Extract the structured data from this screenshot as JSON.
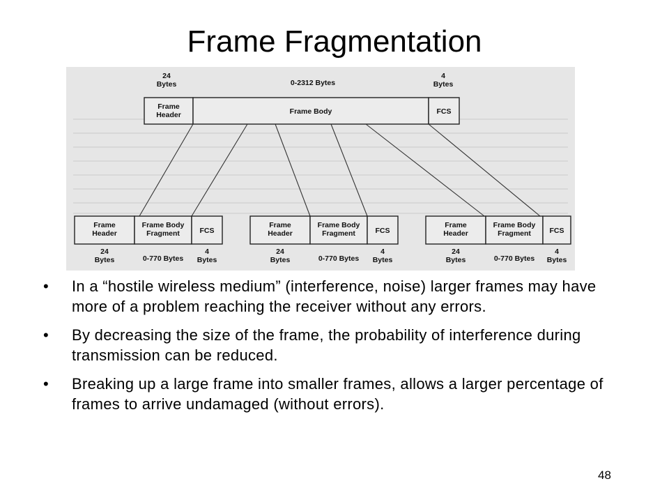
{
  "slide": {
    "title": "Frame Fragmentation",
    "page_number": "48"
  },
  "diagram": {
    "top": {
      "header_size": "24\nBytes",
      "body_size": "0-2312 Bytes",
      "fcs_size": "4\nBytes",
      "header_label": "Frame\nHeader",
      "body_label": "Frame Body",
      "fcs_label": "FCS"
    },
    "fragments": [
      {
        "header_label": "Frame\nHeader",
        "body_label": "Frame Body\nFragment",
        "fcs_label": "FCS",
        "header_size": "24\nBytes",
        "body_size": "0-770 Bytes",
        "fcs_size": "4\nBytes"
      },
      {
        "header_label": "Frame\nHeader",
        "body_label": "Frame Body\nFragment",
        "fcs_label": "FCS",
        "header_size": "24\nBytes",
        "body_size": "0-770 Bytes",
        "fcs_size": "4\nBytes"
      },
      {
        "header_label": "Frame\nHeader",
        "body_label": "Frame Body\nFragment",
        "fcs_label": "FCS",
        "header_size": "24\nBytes",
        "body_size": "0-770 Bytes",
        "fcs_size": "4\nBytes"
      }
    ]
  },
  "bullets": [
    {
      "marker": "•",
      "text": "In a “hostile wireless medium” (interference, noise) larger frames may have more of a problem reaching the receiver without any errors."
    },
    {
      "marker": "•",
      "text": "By decreasing the size of the frame, the probability of interference during transmission can be reduced."
    },
    {
      "marker": "•",
      "text": "Breaking up a large frame into smaller frames, allows a larger percentage of frames to arrive undamaged (without errors)."
    }
  ]
}
